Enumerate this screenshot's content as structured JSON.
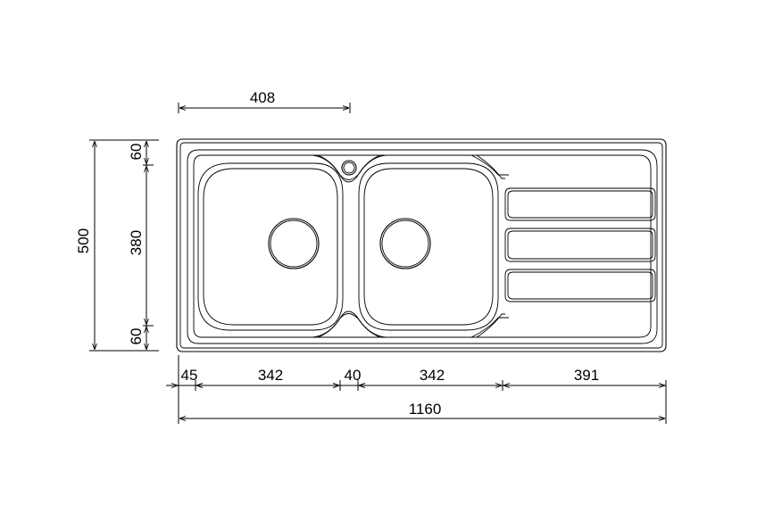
{
  "dimensions": {
    "drain_offset": "408",
    "top_edge": "60",
    "bowl_depth": "380",
    "bottom_edge": "60",
    "overall_depth": "500",
    "left_margin": "45",
    "bowl_left_width": "342",
    "bowl_gap": "40",
    "bowl_right_width": "342",
    "drainer_width": "391",
    "overall_width": "1160"
  }
}
